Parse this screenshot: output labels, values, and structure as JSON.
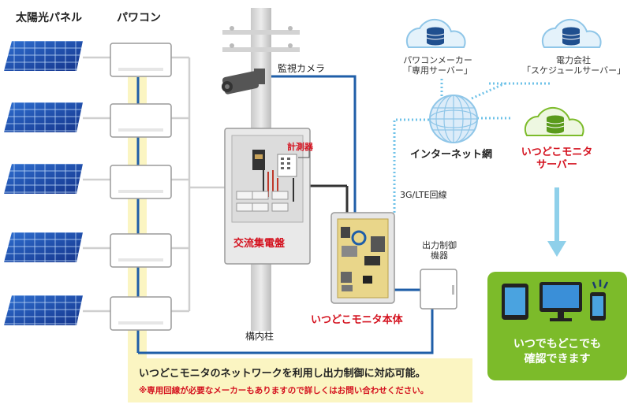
{
  "labels": {
    "solar_panel": "太陽光パネル",
    "power_conditioner": "パワコン",
    "surveillance_camera": "監視カメラ",
    "meter": "計測器",
    "ac_distribution_board": "交流集電盤",
    "pole": "構内柱",
    "itsudoko_monitor_unit": "いつどこモニタ本体",
    "output_control_line1": "出力制御",
    "output_control_line2": "機器",
    "line_3g_lte": "3G/LTE回線",
    "internet": "インターネット網",
    "pcs_maker_line1": "パワコンメーカー",
    "pcs_maker_line2": "「専用サーバー」",
    "power_company_line1": "電力会社",
    "power_company_line2": "「スケジュールサーバー」",
    "monitor_server_line1": "いつどこモニタ",
    "monitor_server_line2": "サーバー",
    "anywhere_line1": "いつでもどこでも",
    "anywhere_line2": "確認できます"
  },
  "note": {
    "main": "いつどこモニタのネットワークを利用し出力制御に対応可能。",
    "sub": "※専用回線が必要なメーカーもありますので詳しくはお問い合わせください。"
  },
  "colors": {
    "accent_red": "#d4111e",
    "network_blue": "#1f5ea8",
    "green": "#7cbb2a",
    "note_yellow": "#fbf5c2",
    "cloud_blue": "#8fc6e8"
  }
}
